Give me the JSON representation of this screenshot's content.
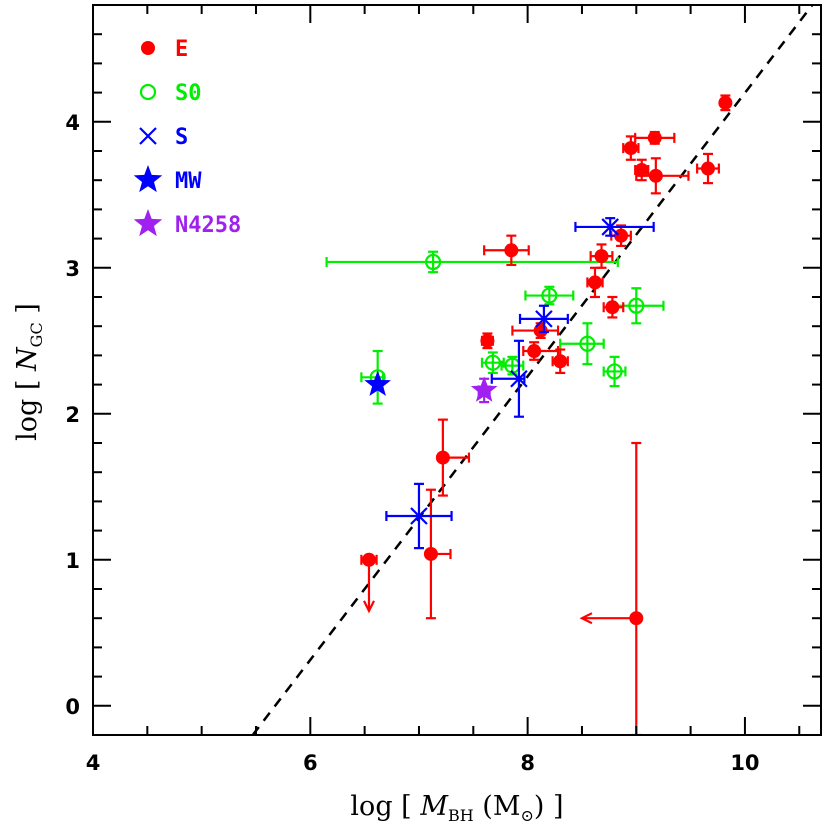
{
  "chart_data": {
    "type": "scatter",
    "xlabel": {
      "prefix": "log [",
      "var": "M",
      "sub": "BH",
      "unit": "(M",
      "sun": "⊙",
      "close": ")",
      "suffix": "]"
    },
    "ylabel": {
      "prefix": "log [",
      "var": "N",
      "sub": "GC",
      "suffix": "]"
    },
    "xlim": [
      4,
      10.7
    ],
    "ylim": [
      -0.2,
      4.8
    ],
    "xticks": [
      4,
      6,
      8,
      10
    ],
    "yticks": [
      0,
      1,
      2,
      3,
      4
    ],
    "xtick_labels": [
      "4",
      "6",
      "8",
      "10"
    ],
    "ytick_labels": [
      "0",
      "1",
      "2",
      "3",
      "4"
    ],
    "grid": false,
    "legend_position": "top-left",
    "fit_line": {
      "style": "dashed",
      "color": "#000000",
      "points": [
        [
          5.47,
          -0.2
        ],
        [
          10.62,
          4.8
        ]
      ]
    },
    "series": [
      {
        "name": "E",
        "marker": "filled-circle",
        "color": "#ff0000",
        "points": [
          {
            "x": 6.54,
            "y": 1.0,
            "xerr": [
              0.07,
              0.07
            ],
            "yerr": [
              0,
              0
            ],
            "y_upper_limit": true
          },
          {
            "x": 7.11,
            "y": 1.04,
            "xerr": [
              0.0,
              0.18
            ],
            "yerr": [
              0.44,
              0.44
            ]
          },
          {
            "x": 7.22,
            "y": 1.7,
            "xerr": [
              0.0,
              0.24
            ],
            "yerr": [
              0.26,
              0.26
            ]
          },
          {
            "x": 7.63,
            "y": 2.5,
            "xerr": [
              0.05,
              0.05
            ],
            "yerr": [
              0.05,
              0.05
            ]
          },
          {
            "x": 7.85,
            "y": 3.12,
            "xerr": [
              0.25,
              0.16
            ],
            "yerr": [
              0.1,
              0.1
            ]
          },
          {
            "x": 8.06,
            "y": 2.43,
            "xerr": [
              0.1,
              0.22
            ],
            "yerr": [
              0.06,
              0.06
            ]
          },
          {
            "x": 8.12,
            "y": 2.57,
            "xerr": [
              0.26,
              0.16
            ],
            "yerr": [
              0.05,
              0.05
            ]
          },
          {
            "x": 8.3,
            "y": 2.36,
            "xerr": [
              0.07,
              0.07
            ],
            "yerr": [
              0.08,
              0.08
            ]
          },
          {
            "x": 8.62,
            "y": 2.9,
            "xerr": [
              0.07,
              0.07
            ],
            "yerr": [
              0.1,
              0.1
            ]
          },
          {
            "x": 8.68,
            "y": 3.08,
            "xerr": [
              0.1,
              0.1
            ],
            "yerr": [
              0.08,
              0.08
            ]
          },
          {
            "x": 8.78,
            "y": 2.73,
            "xerr": [
              0.08,
              0.1
            ],
            "yerr": [
              0.07,
              0.07
            ]
          },
          {
            "x": 8.86,
            "y": 3.22,
            "xerr": [
              0.09,
              0.09
            ],
            "yerr": [
              0.07,
              0.07
            ]
          },
          {
            "x": 8.95,
            "y": 3.82,
            "xerr": [
              0.07,
              0.07
            ],
            "yerr": [
              0.08,
              0.08
            ]
          },
          {
            "x": 9.05,
            "y": 3.67,
            "xerr": [
              0.06,
              0.06
            ],
            "yerr": [
              0.07,
              0.07
            ]
          },
          {
            "x": 9.17,
            "y": 3.89,
            "xerr": [
              0.18,
              0.18
            ],
            "yerr": [
              0.04,
              0.04
            ]
          },
          {
            "x": 9.18,
            "y": 3.63,
            "xerr": [
              0.18,
              0.3
            ],
            "yerr": [
              0.12,
              0.12
            ]
          },
          {
            "x": 9.66,
            "y": 3.68,
            "xerr": [
              0.1,
              0.1
            ],
            "yerr": [
              0.1,
              0.1
            ]
          },
          {
            "x": 9.82,
            "y": 4.13,
            "xerr": [
              0.0,
              0.0
            ],
            "yerr": [
              0.05,
              0.05
            ]
          },
          {
            "x": 9.0,
            "y": 0.6,
            "xerr": [
              0,
              0
            ],
            "yerr": [
              0.8,
              1.2
            ],
            "x_upper_limit": true
          }
        ]
      },
      {
        "name": "S0",
        "marker": "open-circle",
        "color": "#00ee00",
        "points": [
          {
            "x": 6.62,
            "y": 2.25,
            "xerr": [
              0.15,
              0.05
            ],
            "yerr": [
              0.18,
              0.18
            ]
          },
          {
            "x": 7.13,
            "y": 3.04,
            "xerr": [
              0.98,
              1.7
            ],
            "yerr": [
              0.07,
              0.07
            ]
          },
          {
            "x": 7.68,
            "y": 2.35,
            "xerr": [
              0.1,
              0.1
            ],
            "yerr": [
              0.07,
              0.07
            ]
          },
          {
            "x": 7.86,
            "y": 2.33,
            "xerr": [
              0.1,
              0.1
            ],
            "yerr": [
              0.06,
              0.06
            ]
          },
          {
            "x": 8.2,
            "y": 2.81,
            "xerr": [
              0.22,
              0.22
            ],
            "yerr": [
              0.06,
              0.06
            ]
          },
          {
            "x": 8.55,
            "y": 2.48,
            "xerr": [
              0.25,
              0.15
            ],
            "yerr": [
              0.14,
              0.14
            ]
          },
          {
            "x": 8.8,
            "y": 2.29,
            "xerr": [
              0.1,
              0.1
            ],
            "yerr": [
              0.1,
              0.1
            ]
          },
          {
            "x": 9.0,
            "y": 2.74,
            "xerr": [
              0.2,
              0.25
            ],
            "yerr": [
              0.12,
              0.12
            ]
          }
        ]
      },
      {
        "name": "S",
        "marker": "cross",
        "color": "#0000ff",
        "points": [
          {
            "x": 7.0,
            "y": 1.3,
            "xerr": [
              0.3,
              0.3
            ],
            "yerr": [
              0.22,
              0.22
            ]
          },
          {
            "x": 7.92,
            "y": 2.24,
            "xerr": [
              0.25,
              0.05
            ],
            "yerr": [
              0.26,
              0.26
            ]
          },
          {
            "x": 8.15,
            "y": 2.65,
            "xerr": [
              0.22,
              0.22
            ],
            "yerr": [
              0.09,
              0.09
            ]
          },
          {
            "x": 8.76,
            "y": 3.28,
            "xerr": [
              0.32,
              0.4
            ],
            "yerr": [
              0.06,
              0.06
            ]
          }
        ]
      },
      {
        "name": "MW",
        "marker": "filled-star",
        "color": "#0000ff",
        "points": [
          {
            "x": 6.62,
            "y": 2.2,
            "xerr": [
              0,
              0
            ],
            "yerr": [
              0,
              0
            ]
          }
        ]
      },
      {
        "name": "N4258",
        "marker": "filled-star",
        "color": "#a020f0",
        "points": [
          {
            "x": 7.6,
            "y": 2.16,
            "xerr": [
              0.05,
              0.05
            ],
            "yerr": [
              0.08,
              0.08
            ]
          }
        ]
      }
    ]
  }
}
